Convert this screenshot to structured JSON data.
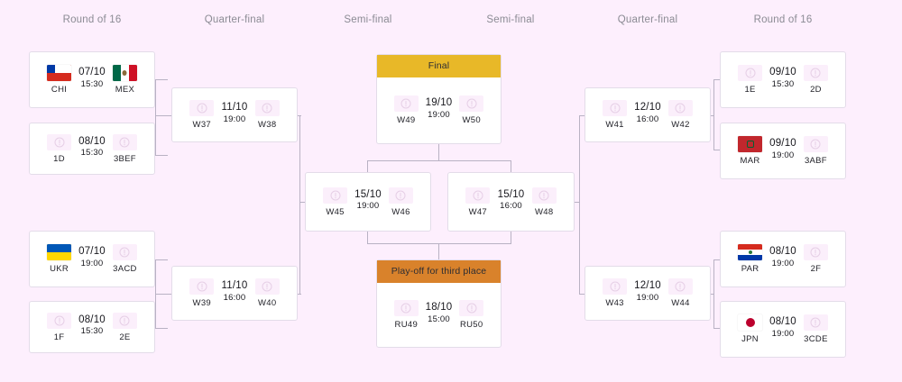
{
  "meta": {
    "background_color": "#fdeffd",
    "card_bg": "#ffffff",
    "card_border": "#e3dce9",
    "connector_color": "#b9b2c4",
    "final_header_color": "#e8b828",
    "third_place_header_color": "#d9822b",
    "placeholder_icon": "alert-circle-icon"
  },
  "headers": [
    {
      "label": "Round of 16"
    },
    {
      "label": "Quarter-final"
    },
    {
      "label": "Semi-final"
    },
    {
      "label": "Semi-final"
    },
    {
      "label": "Quarter-final"
    },
    {
      "label": "Round of 16"
    }
  ],
  "matches": {
    "r16_l1": {
      "date": "07/10",
      "time": "15:30",
      "home": {
        "code": "CHI",
        "flag": "chile-flag"
      },
      "away": {
        "code": "MEX",
        "flag": "mexico-flag"
      }
    },
    "r16_l2": {
      "date": "08/10",
      "time": "15:30",
      "home": {
        "code": "1D",
        "flag": null
      },
      "away": {
        "code": "3BEF",
        "flag": null
      }
    },
    "r16_l3": {
      "date": "07/10",
      "time": "19:00",
      "home": {
        "code": "UKR",
        "flag": "ukraine-flag"
      },
      "away": {
        "code": "3ACD",
        "flag": null
      }
    },
    "r16_l4": {
      "date": "08/10",
      "time": "15:30",
      "home": {
        "code": "1F",
        "flag": null
      },
      "away": {
        "code": "2E",
        "flag": null
      }
    },
    "qf_l1": {
      "date": "11/10",
      "time": "19:00",
      "home": {
        "code": "W37",
        "flag": null
      },
      "away": {
        "code": "W38",
        "flag": null
      }
    },
    "qf_l2": {
      "date": "11/10",
      "time": "16:00",
      "home": {
        "code": "W39",
        "flag": null
      },
      "away": {
        "code": "W40",
        "flag": null
      }
    },
    "sf_l": {
      "date": "15/10",
      "time": "19:00",
      "home": {
        "code": "W45",
        "flag": null
      },
      "away": {
        "code": "W46",
        "flag": null
      }
    },
    "sf_r": {
      "date": "15/10",
      "time": "16:00",
      "home": {
        "code": "W47",
        "flag": null
      },
      "away": {
        "code": "W48",
        "flag": null
      }
    },
    "final": {
      "header": "Final",
      "date": "19/10",
      "time": "19:00",
      "home": {
        "code": "W49",
        "flag": null
      },
      "away": {
        "code": "W50",
        "flag": null
      }
    },
    "third": {
      "header": "Play-off for third place",
      "date": "18/10",
      "time": "15:00",
      "home": {
        "code": "RU49",
        "flag": null
      },
      "away": {
        "code": "RU50",
        "flag": null
      }
    },
    "qf_r1": {
      "date": "12/10",
      "time": "16:00",
      "home": {
        "code": "W41",
        "flag": null
      },
      "away": {
        "code": "W42",
        "flag": null
      }
    },
    "qf_r2": {
      "date": "12/10",
      "time": "19:00",
      "home": {
        "code": "W43",
        "flag": null
      },
      "away": {
        "code": "W44",
        "flag": null
      }
    },
    "r16_r1": {
      "date": "09/10",
      "time": "15:30",
      "home": {
        "code": "1E",
        "flag": null
      },
      "away": {
        "code": "2D",
        "flag": null
      }
    },
    "r16_r2": {
      "date": "09/10",
      "time": "19:00",
      "home": {
        "code": "MAR",
        "flag": "morocco-flag"
      },
      "away": {
        "code": "3ABF",
        "flag": null
      }
    },
    "r16_r3": {
      "date": "08/10",
      "time": "19:00",
      "home": {
        "code": "PAR",
        "flag": "paraguay-flag"
      },
      "away": {
        "code": "2F",
        "flag": null
      }
    },
    "r16_r4": {
      "date": "08/10",
      "time": "19:00",
      "home": {
        "code": "JPN",
        "flag": "japan-flag"
      },
      "away": {
        "code": "3CDE",
        "flag": null
      }
    }
  }
}
